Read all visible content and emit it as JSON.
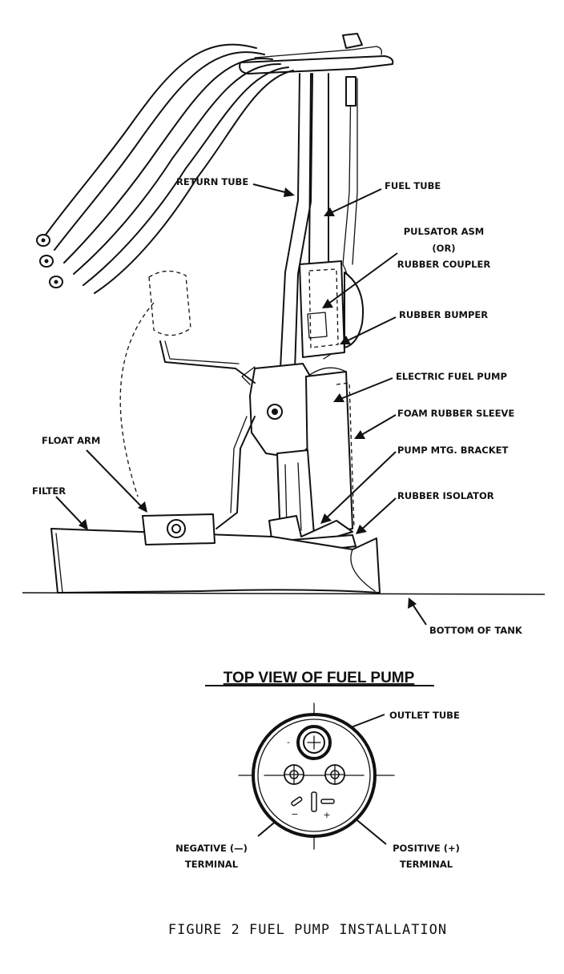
{
  "labels": {
    "return_tube": "RETURN TUBE",
    "fuel_tube": "FUEL TUBE",
    "pulsator_line1": "PULSATOR ASM",
    "pulsator_line2": "(OR)",
    "pulsator_line3": "RUBBER COUPLER",
    "rubber_bumper": "RUBBER BUMPER",
    "electric_fuel_pump": "ELECTRIC FUEL PUMP",
    "foam_rubber_sleeve": "FOAM RUBBER SLEEVE",
    "pump_mtg_bracket": "PUMP MTG. BRACKET",
    "rubber_isolator": "RUBBER ISOLATOR",
    "float_arm": "FLOAT ARM",
    "filter": "FILTER",
    "bottom_of_tank": "BOTTOM OF TANK",
    "outlet_tube": "OUTLET TUBE",
    "negative_terminal_line1": "NEGATIVE (—)",
    "negative_terminal_line2": "TERMINAL",
    "positive_terminal_line1": "POSITIVE (+)",
    "positive_terminal_line2": "TERMINAL"
  },
  "top_view": {
    "title": "TOP VIEW OF FUEL PUMP",
    "minus_symbol": "−",
    "plus_symbol": "+",
    "minus_small": "-"
  },
  "caption": "FIGURE 2 FUEL PUMP INSTALLATION",
  "colors": {
    "ink": "#111111",
    "paper": "#ffffff"
  }
}
